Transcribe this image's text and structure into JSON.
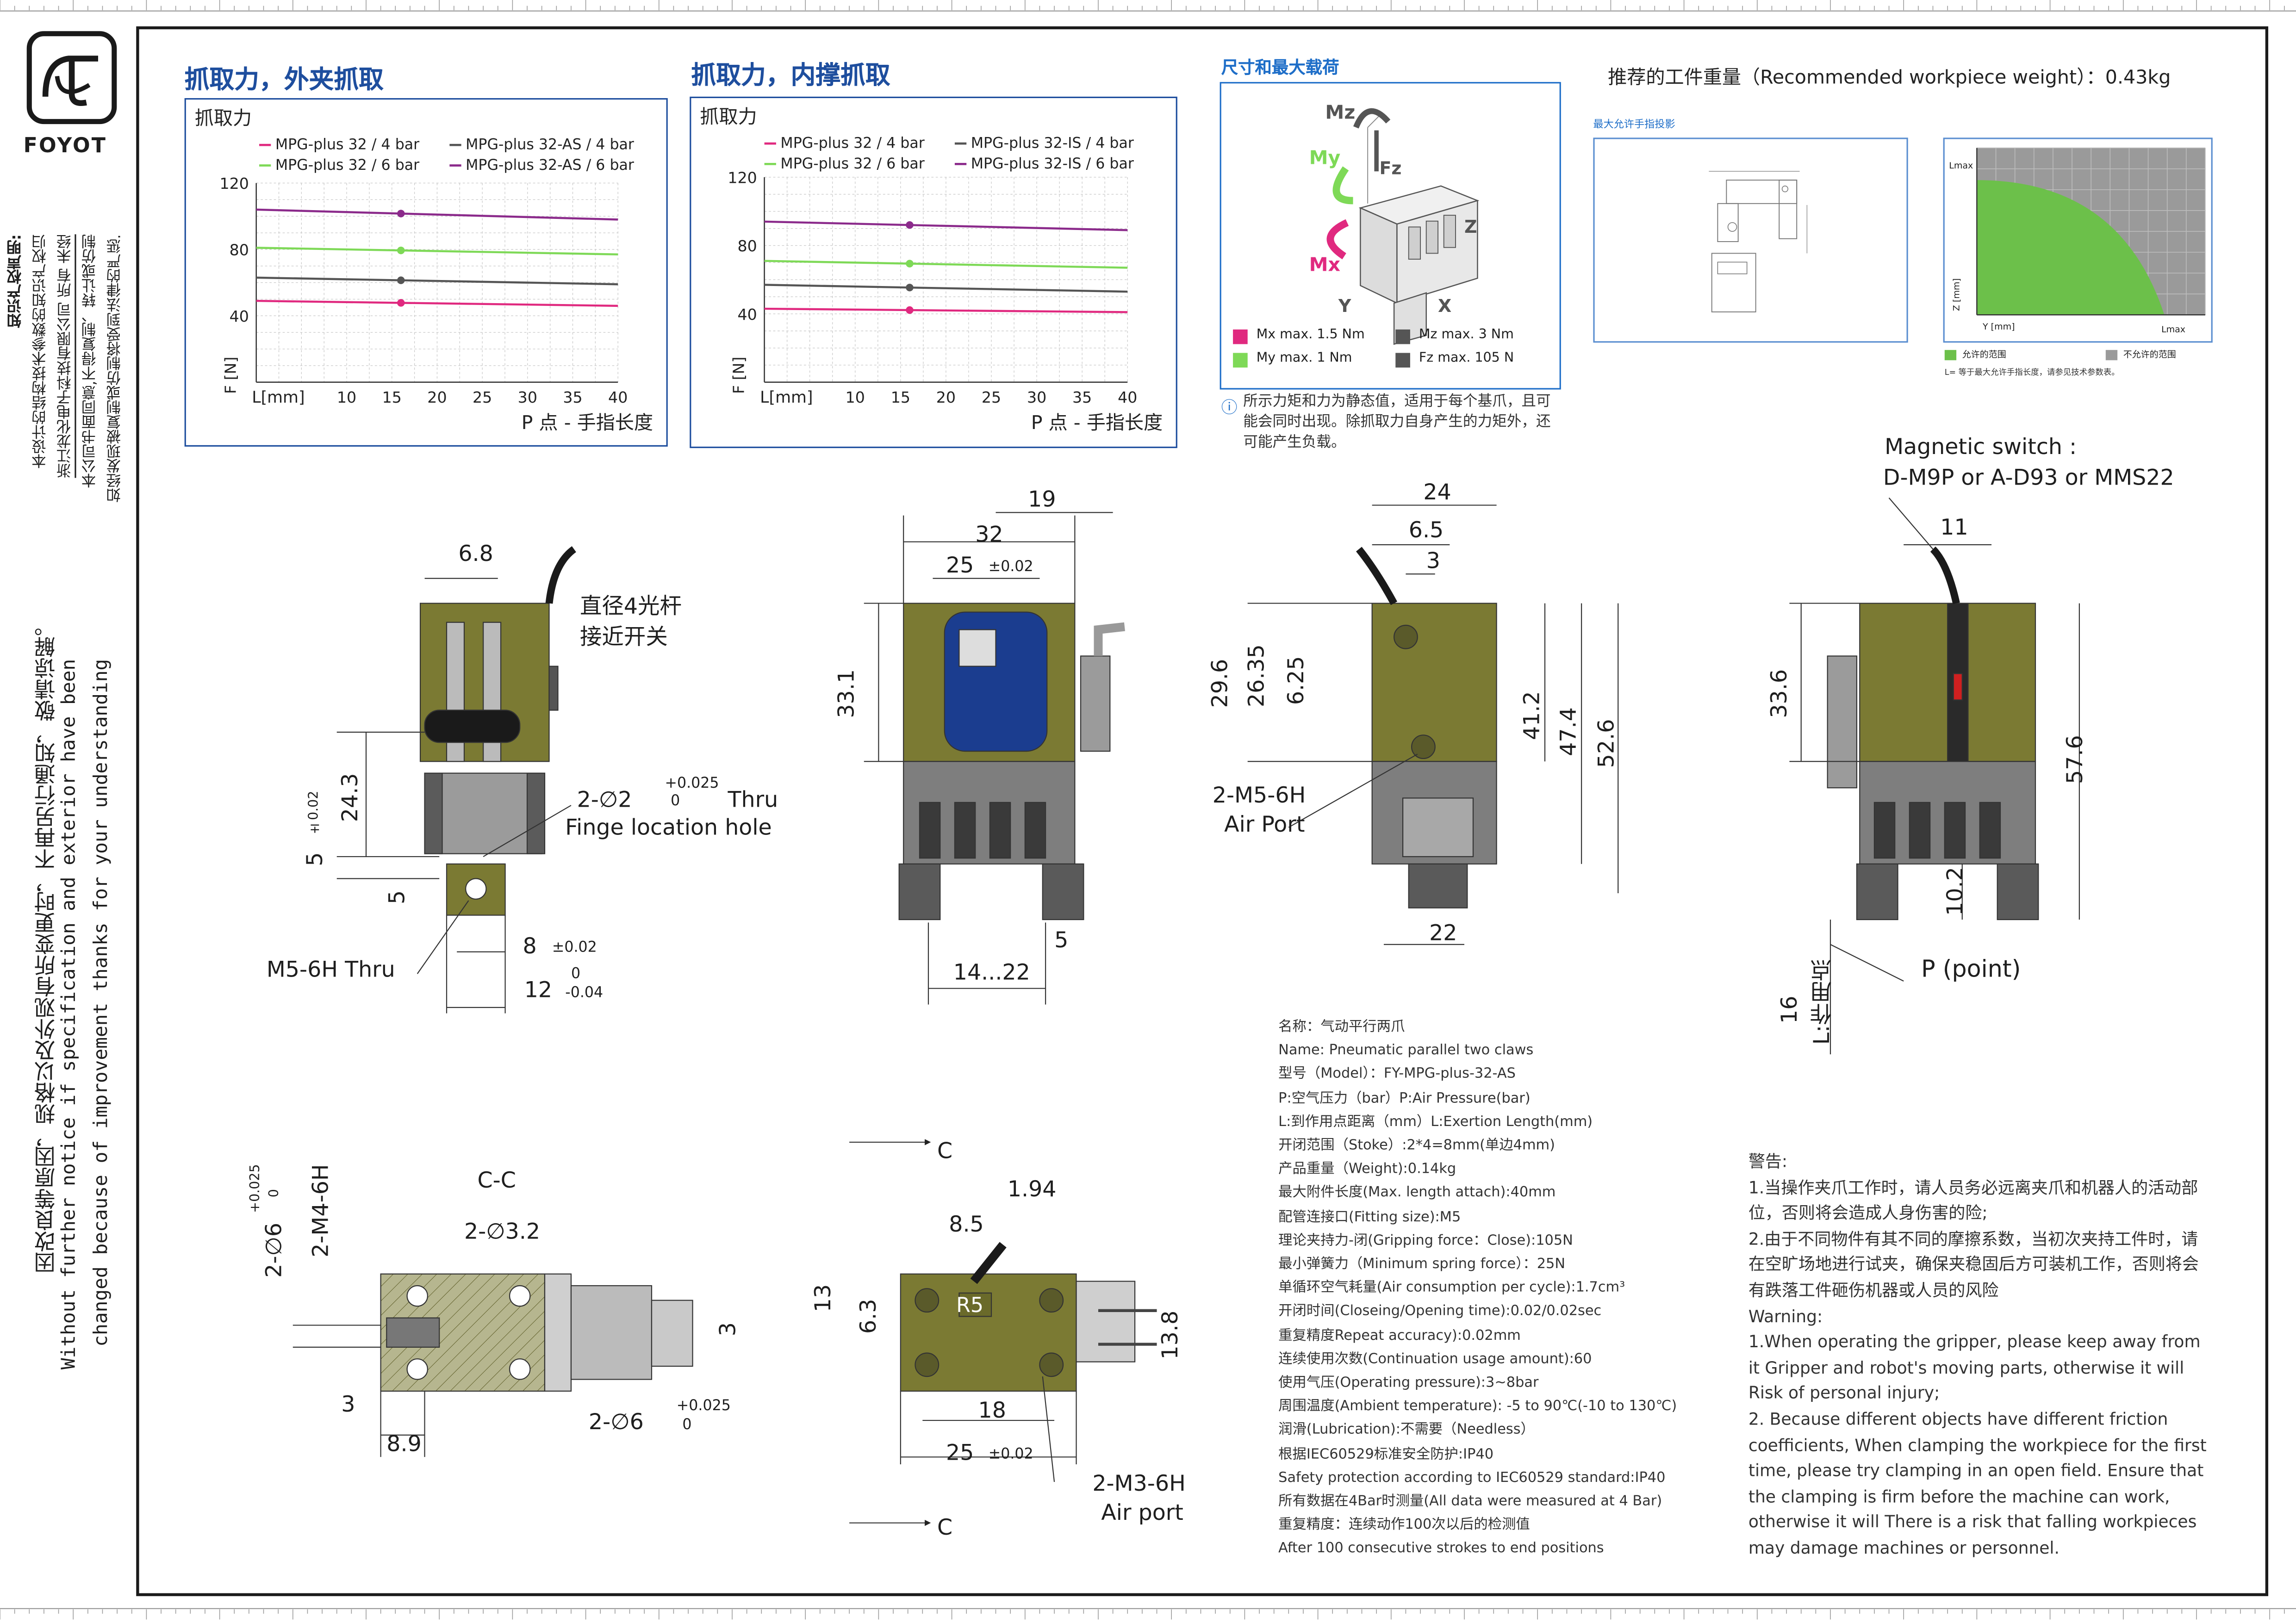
{
  "brand": {
    "logo_text": "FOYOT"
  },
  "left_notes": {
    "ip_title": "知识产权声明:",
    "ip_line1": "本设计的结构技术参数的知识产权归",
    "ip_line2": "浙江龙化电子科技有限公司 所有 未经",
    "ip_line3": "本公司书面同意,不得复制、转让或仿制",
    "ip_line4": "如经发现被复制或仿制将受到法律的严惩.",
    "notice_cn": "因改良等原因，规格以及外观有所变更时，不再另行通知，敬请谅解。",
    "notice_en1": "Without further  notice if specification and exterior have been",
    "notice_en2": "changed because of improvement thanks for your understanding"
  },
  "charts_section": {
    "outer_title": "抓取力，外夹抓取",
    "inner_title": "抓取力，内撑抓取"
  },
  "chart_data": [
    {
      "type": "line",
      "title": "抓取力",
      "xlabel": "P 点 - 手指长度",
      "ylabel": "F [N]",
      "x_unit": "L[mm]",
      "x": [
        10,
        15,
        20,
        25,
        30,
        35,
        40
      ],
      "xlim": [
        0,
        40
      ],
      "ylim": [
        0,
        120
      ],
      "yticks": [
        40,
        80,
        120
      ],
      "grid": true,
      "series": [
        {
          "name": "MPG-plus 32 / 4 bar",
          "color": "#e0297f",
          "start": 49,
          "end": 46,
          "marker_x": 16
        },
        {
          "name": "MPG-plus 32 / 6 bar",
          "color": "#7ed957",
          "start": 81,
          "end": 77,
          "marker_x": 16
        },
        {
          "name": "MPG-plus 32-AS / 4 bar",
          "color": "#555555",
          "start": 63,
          "end": 59,
          "marker_x": 16
        },
        {
          "name": "MPG-plus 32-AS / 6 bar",
          "color": "#8b2a8b",
          "start": 104,
          "end": 98,
          "marker_x": 16
        }
      ]
    },
    {
      "type": "line",
      "title": "抓取力",
      "xlabel": "P 点 - 手指长度",
      "ylabel": "F [N]",
      "x_unit": "L[mm]",
      "x": [
        10,
        15,
        20,
        25,
        30,
        35,
        40
      ],
      "xlim": [
        0,
        40
      ],
      "ylim": [
        0,
        120
      ],
      "yticks": [
        40,
        80,
        120
      ],
      "grid": true,
      "series": [
        {
          "name": "MPG-plus 32 / 4 bar",
          "color": "#e0297f",
          "start": 43,
          "end": 41,
          "marker_x": 16
        },
        {
          "name": "MPG-plus 32 / 6 bar",
          "color": "#7ed957",
          "start": 71,
          "end": 67,
          "marker_x": 16
        },
        {
          "name": "MPG-plus 32-IS / 4 bar",
          "color": "#555555",
          "start": 57,
          "end": 53,
          "marker_x": 16
        },
        {
          "name": "MPG-plus 32-IS / 6 bar",
          "color": "#8b2a8b",
          "start": 94,
          "end": 89,
          "marker_x": 16
        }
      ]
    }
  ],
  "loads": {
    "title": "尺寸和最大载荷",
    "labels": {
      "mz": "Mz",
      "my": "My",
      "mx": "Mx",
      "fz": "Fz",
      "axis_z": "Z",
      "axis_y": "Y",
      "axis_x": "X"
    },
    "items": [
      {
        "color": "#e0297f",
        "text": "Mx max. 1.5 Nm"
      },
      {
        "color": "#555555",
        "text": "Mz max. 3 Nm"
      },
      {
        "color": "#7ed957",
        "text": "My max. 1 Nm"
      },
      {
        "color": "#555555",
        "text": "Fz max. 105 N"
      }
    ],
    "note": "所示力矩和力为静态值，适用于每个基爪，且可能会同时出现。除抓取力自身产生的力矩外，还可能产生负载。"
  },
  "weight": {
    "recommended": "推荐的工件重量（Recommended workpiece weight）：0.43kg",
    "proj_title": "最大允许手指投影",
    "y_axis": "Z [mm]",
    "x_axis": "Y [mm]",
    "lmax_y": "Lmax",
    "lmax_x": "Lmax",
    "legend_ok": "允许的范围",
    "legend_ng": "不允许的范围",
    "footnote": "L= 等于最大允许手指长度，请参见技术参数表。",
    "ok_color": "#6cc04a",
    "ng_color": "#9a9a9a"
  },
  "drawings": {
    "view1": {
      "d68": "6.8",
      "sensor_cn1": "直径4光杆",
      "sensor_cn2": "接近开关",
      "d243": "24.3",
      "d5a": "5",
      "tol002": "±0.02",
      "d5b": "5",
      "hole_a": "2-∅2",
      "hole_tol_up": "+0.025",
      "hole_tol_lo": "0",
      "thru": "Thru",
      "finge": "Finge location hole",
      "m5": "M5-6H Thru",
      "d8": "8",
      "d8tol": "±0.02",
      "d12": "12",
      "d12tol_up": "0",
      "d12tol_lo": "-0.04"
    },
    "view2": {
      "d19": "19",
      "d32": "32",
      "d25": "25",
      "d25tol": "±0.02",
      "d331": "33.1",
      "d5": "5",
      "stroke": "14...22"
    },
    "view3": {
      "d24": "24",
      "d65": "6.5",
      "d3": "3",
      "d296": "29.6",
      "d2635": "26.35",
      "d625": "6.25",
      "d412": "41.2",
      "d474": "47.4",
      "d526": "52.6",
      "port": "2-M5-6H",
      "port_en": "Air Port",
      "d22": "22"
    },
    "view4": {
      "switch": "Magnetic switch :",
      "switch_models": "D-M9P or A-D93 or MMS22",
      "d11": "11",
      "d336": "33.6",
      "d576": "57.6",
      "d102": "10.2",
      "point": "P  (point)",
      "d16": "16",
      "l_point": "L:作用点"
    },
    "view5": {
      "section": "C-C",
      "hole32": "2-∅3.2",
      "d6": "2-∅6",
      "d6tol_up": "+0.025",
      "d6tol_lo": "0",
      "m4": "2-M4-6H",
      "d3": "3",
      "d89": "8.9",
      "d3b": "3",
      "hole6": "2-∅6",
      "hole6_up": "+0.025",
      "hole6_lo": "0"
    },
    "view6": {
      "c_top": "C",
      "c_bot": "C",
      "d194": "1.94",
      "d85": "8.5",
      "r5": "R5",
      "d13": "13",
      "d63": "6.3",
      "d138": "13.8",
      "d18": "18",
      "d25": "25",
      "d25tol": "±0.02",
      "m3": "2-M3-6H",
      "air": "Air port"
    }
  },
  "specs": [
    "名称：气动平行两爪",
    "Name: Pneumatic parallel two claws",
    "型号（Model）：FY-MPG-plus-32-AS",
    "P:空气压力（bar）P:Air Pressure(bar)",
    "L:到作用点距离（mm）L:Exertion Length(mm)",
    "开闭范围（Stoke）:2*4=8mm(单边4mm)",
    "产品重量（Weight):0.14kg",
    "最大附件长度(Max. length attach):40mm",
    "配管连接口(Fitting size):M5",
    "理论夹持力-闭(Gripping force：Close):105N",
    "最小弹簧力（Minimum spring force）：25N",
    "单循环空气耗量(Air consumption per cycle):1.7cm³",
    "开闭时间(Closeing/Opening time):0.02/0.02sec",
    "重复精度Repeat accuracy):0.02mm",
    "连续使用次数(Continuation usage amount):60",
    "使用气压(Operating pressure):3~8bar",
    "周围温度(Ambient temperature): -5 to 90℃(-10 to 130℃)",
    "润滑(Lubrication):不需要（Needless）",
    "根据IEC60529标准安全防护:IP40",
    "Safety protection according to IEC60529 standard:IP40",
    "所有数据在4Bar时测量(All data were measured at 4 Bar)",
    "重复精度：连续动作100次以后的检测值",
    "After 100 consecutive strokes to end positions"
  ],
  "warnings": {
    "title": "警告:",
    "cn1": "1.当操作夹爪工作时，请人员务必远离夹爪和机器人的活动部位，否则将会造成人身伤害的险;",
    "cn2": "2.由于不同物件有其不同的摩擦系数，当初次夹持工件时，请在空旷场地进行试夹，确保夹稳固后方可装机工作，否则将会有跌落工件砸伤机器或人员的风险",
    "en_title": "Warning:",
    "en1": "1.When operating the gripper, please keep away from it Gripper and robot's moving parts, otherwise it will Risk of personal injury;",
    "en2": "2. Because different objects have different friction coefficients, When clamping the workpiece for the first time, please try clamping in an open field. Ensure that the clamping is firm before the machine can work, otherwise it will There is a risk that falling workpieces may damage machines or personnel."
  }
}
